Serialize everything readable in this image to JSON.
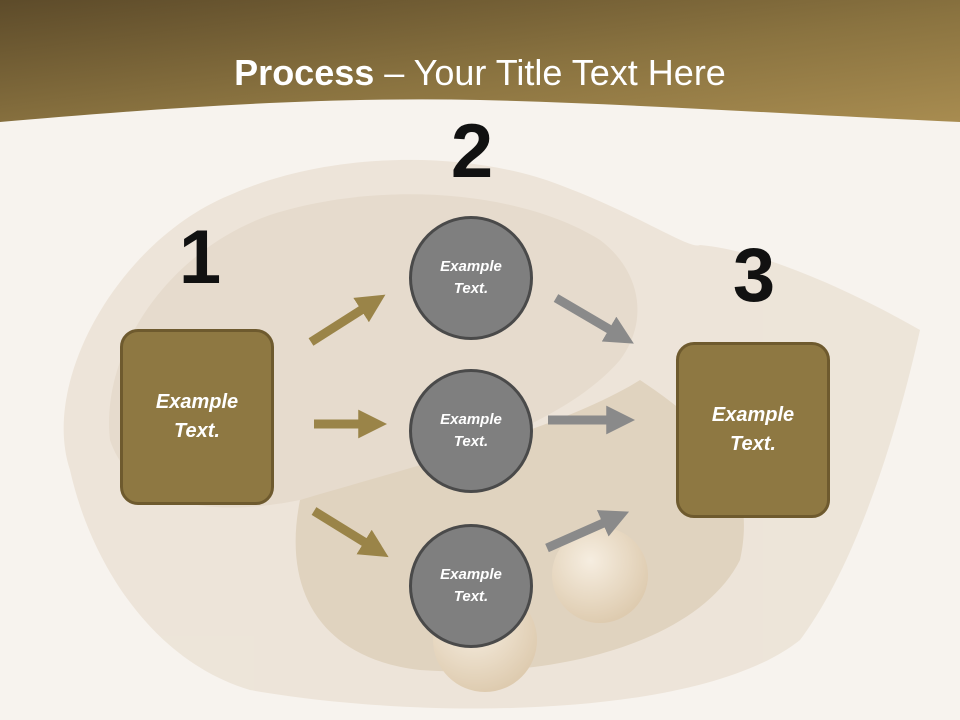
{
  "title": {
    "bold": "Process",
    "rest": " – Your Title Text Here"
  },
  "steps": {
    "one": "1",
    "two": "2",
    "three": "3"
  },
  "left_box": {
    "text": "Example Text."
  },
  "right_box": {
    "text": "Example Text."
  },
  "circles": [
    {
      "text": "Example Text."
    },
    {
      "text": "Example Text."
    },
    {
      "text": "Example Text."
    }
  ],
  "colors": {
    "header": "#8b7440",
    "box": "#8e7842",
    "circle": "#7f7f7f",
    "arrow_left": "#9a8448",
    "arrow_right": "#8a8a8a"
  }
}
